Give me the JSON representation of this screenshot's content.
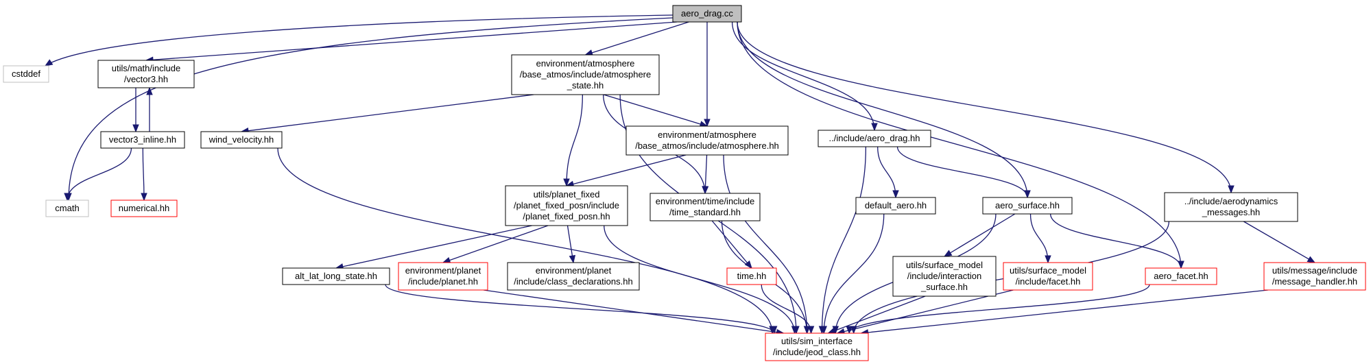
{
  "graph": {
    "colors": {
      "edge": "#191970",
      "border_default": "#000000",
      "border_incomplete": "#ff0000",
      "border_system": "#bfbfbf",
      "fill_root": "#bfbfbf",
      "fill_default": "#ffffff"
    },
    "nodes": [
      {
        "id": "aero_drag_cc",
        "lines": [
          "aero_drag.cc"
        ],
        "style": "root"
      },
      {
        "id": "cstddef",
        "lines": [
          "cstddef"
        ],
        "style": "system"
      },
      {
        "id": "vector3_hh",
        "lines": [
          "utils/math/include",
          "/vector3.hh"
        ],
        "style": "normal"
      },
      {
        "id": "atmos_state",
        "lines": [
          "environment/atmosphere",
          "/base_atmos/include/atmosphere",
          "_state.hh"
        ],
        "style": "normal"
      },
      {
        "id": "atmosphere_hh",
        "lines": [
          "environment/atmosphere",
          "/base_atmos/include/atmosphere.hh"
        ],
        "style": "normal"
      },
      {
        "id": "aero_drag_hh",
        "lines": [
          "../include/aero_drag.hh"
        ],
        "style": "normal"
      },
      {
        "id": "aero_msgs",
        "lines": [
          "../include/aerodynamics",
          "_messages.hh"
        ],
        "style": "normal"
      },
      {
        "id": "vector3_inline",
        "lines": [
          "vector3_inline.hh"
        ],
        "style": "normal"
      },
      {
        "id": "wind_velocity",
        "lines": [
          "wind_velocity.hh"
        ],
        "style": "normal"
      },
      {
        "id": "cmath",
        "lines": [
          "cmath"
        ],
        "style": "system"
      },
      {
        "id": "numerical",
        "lines": [
          "numerical.hh"
        ],
        "style": "incomplete"
      },
      {
        "id": "planet_fixed_posn",
        "lines": [
          "utils/planet_fixed",
          "/planet_fixed_posn/include",
          "/planet_fixed_posn.hh"
        ],
        "style": "normal"
      },
      {
        "id": "time_standard",
        "lines": [
          "environment/time/include",
          "/time_standard.hh"
        ],
        "style": "normal"
      },
      {
        "id": "default_aero",
        "lines": [
          "default_aero.hh"
        ],
        "style": "normal"
      },
      {
        "id": "aero_surface",
        "lines": [
          "aero_surface.hh"
        ],
        "style": "normal"
      },
      {
        "id": "alt_lat_long",
        "lines": [
          "alt_lat_long_state.hh"
        ],
        "style": "normal"
      },
      {
        "id": "planet_hh",
        "lines": [
          "environment/planet",
          "/include/planet.hh"
        ],
        "style": "incomplete"
      },
      {
        "id": "class_decl",
        "lines": [
          "environment/planet",
          "/include/class_declarations.hh"
        ],
        "style": "normal"
      },
      {
        "id": "time_hh",
        "lines": [
          "time.hh"
        ],
        "style": "incomplete"
      },
      {
        "id": "interaction_surface",
        "lines": [
          "utils/surface_model",
          "/include/interaction",
          "_surface.hh"
        ],
        "style": "normal"
      },
      {
        "id": "facet_hh",
        "lines": [
          "utils/surface_model",
          "/include/facet.hh"
        ],
        "style": "incomplete"
      },
      {
        "id": "aero_facet",
        "lines": [
          "aero_facet.hh"
        ],
        "style": "incomplete"
      },
      {
        "id": "message_handler",
        "lines": [
          "utils/message/include",
          "/message_handler.hh"
        ],
        "style": "incomplete"
      },
      {
        "id": "jeod_class",
        "lines": [
          "utils/sim_interface",
          "/include/jeod_class.hh"
        ],
        "style": "incomplete"
      }
    ],
    "edges": [
      {
        "from": "aero_drag_cc",
        "to": "cstddef"
      },
      {
        "from": "aero_drag_cc",
        "to": "vector3_hh"
      },
      {
        "from": "aero_drag_cc",
        "to": "cmath"
      },
      {
        "from": "aero_drag_cc",
        "to": "atmos_state"
      },
      {
        "from": "aero_drag_cc",
        "to": "atmosphere_hh"
      },
      {
        "from": "aero_drag_cc",
        "to": "aero_drag_hh"
      },
      {
        "from": "aero_drag_cc",
        "to": "aero_surface"
      },
      {
        "from": "aero_drag_cc",
        "to": "aero_facet"
      },
      {
        "from": "aero_drag_cc",
        "to": "aero_msgs"
      },
      {
        "from": "vector3_hh",
        "to": "vector3_inline"
      },
      {
        "from": "vector3_inline",
        "to": "vector3_hh"
      },
      {
        "from": "vector3_inline",
        "to": "cmath"
      },
      {
        "from": "vector3_inline",
        "to": "numerical"
      },
      {
        "from": "atmos_state",
        "to": "wind_velocity"
      },
      {
        "from": "atmos_state",
        "to": "atmosphere_hh"
      },
      {
        "from": "atmos_state",
        "to": "planet_fixed_posn"
      },
      {
        "from": "atmos_state",
        "to": "time_standard"
      },
      {
        "from": "atmos_state",
        "to": "jeod_class"
      },
      {
        "from": "atmosphere_hh",
        "to": "planet_fixed_posn"
      },
      {
        "from": "atmosphere_hh",
        "to": "time_standard"
      },
      {
        "from": "atmosphere_hh",
        "to": "jeod_class"
      },
      {
        "from": "wind_velocity",
        "to": "jeod_class"
      },
      {
        "from": "aero_drag_hh",
        "to": "default_aero"
      },
      {
        "from": "aero_drag_hh",
        "to": "aero_surface"
      },
      {
        "from": "aero_drag_hh",
        "to": "jeod_class"
      },
      {
        "from": "planet_fixed_posn",
        "to": "alt_lat_long"
      },
      {
        "from": "planet_fixed_posn",
        "to": "planet_hh"
      },
      {
        "from": "planet_fixed_posn",
        "to": "class_decl"
      },
      {
        "from": "planet_fixed_posn",
        "to": "jeod_class"
      },
      {
        "from": "time_standard",
        "to": "time_hh"
      },
      {
        "from": "time_standard",
        "to": "jeod_class"
      },
      {
        "from": "default_aero",
        "to": "jeod_class"
      },
      {
        "from": "aero_surface",
        "to": "interaction_surface"
      },
      {
        "from": "aero_surface",
        "to": "facet_hh"
      },
      {
        "from": "aero_surface",
        "to": "aero_facet"
      },
      {
        "from": "aero_surface",
        "to": "jeod_class"
      },
      {
        "from": "aero_msgs",
        "to": "message_handler"
      },
      {
        "from": "aero_msgs",
        "to": "jeod_class"
      },
      {
        "from": "alt_lat_long",
        "to": "jeod_class"
      },
      {
        "from": "planet_hh",
        "to": "jeod_class"
      },
      {
        "from": "time_hh",
        "to": "jeod_class"
      },
      {
        "from": "interaction_surface",
        "to": "jeod_class"
      },
      {
        "from": "facet_hh",
        "to": "jeod_class"
      },
      {
        "from": "aero_facet",
        "to": "jeod_class"
      },
      {
        "from": "message_handler",
        "to": "jeod_class"
      }
    ]
  }
}
